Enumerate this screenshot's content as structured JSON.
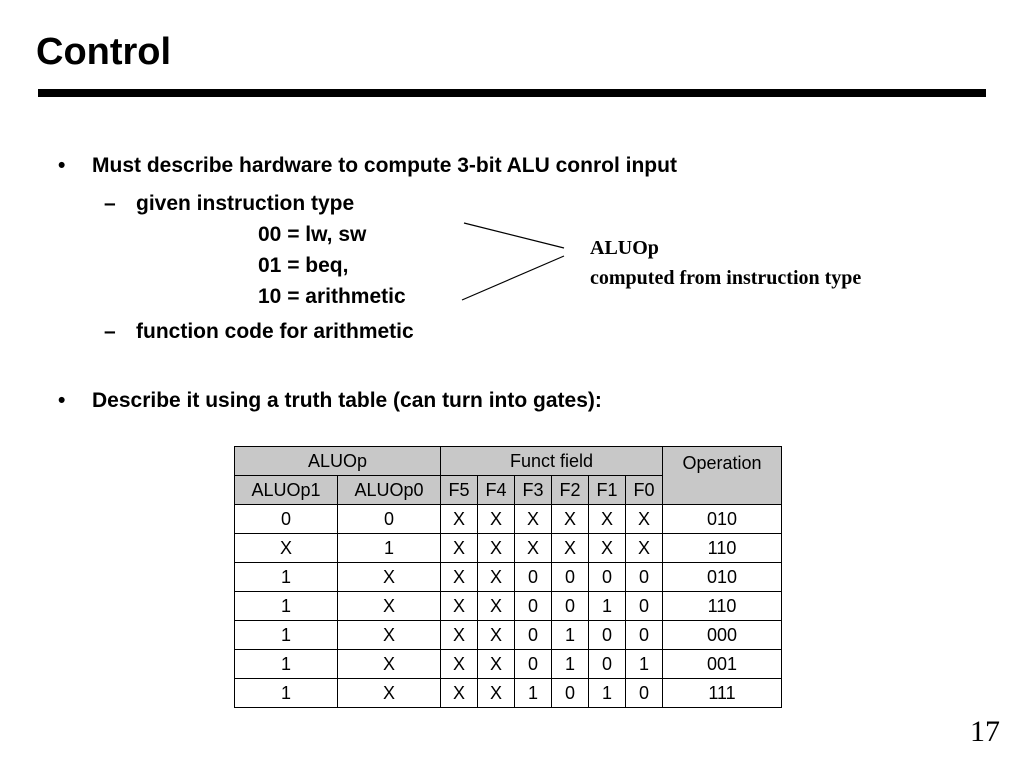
{
  "slide": {
    "title": "Control",
    "page_number": "17"
  },
  "bullets": {
    "b1": {
      "mark": "•",
      "text": "Must describe hardware to compute 3-bit ALU conrol input"
    },
    "b1_sub1": {
      "mark": "–",
      "text": "given instruction type"
    },
    "codes": [
      "00 = lw, sw",
      "01 = beq,",
      "10 = arithmetic"
    ],
    "b1_sub2": {
      "mark": "–",
      "text": "function code for arithmetic"
    },
    "b2": {
      "mark": "•",
      "text": "Describe it using a truth table (can turn into gates):"
    }
  },
  "annotation": {
    "line1": "ALUOp",
    "line2": "computed from instruction type"
  },
  "table": {
    "group_headers": {
      "aluop": "ALUOp",
      "funct": "Funct field",
      "operation": "Operation"
    },
    "sub_headers": [
      "ALUOp1",
      "ALUOp0",
      "F5",
      "F4",
      "F3",
      "F2",
      "F1",
      "F0"
    ],
    "rows": [
      [
        "0",
        "0",
        "X",
        "X",
        "X",
        "X",
        "X",
        "X",
        "010"
      ],
      [
        "X",
        "1",
        "X",
        "X",
        "X",
        "X",
        "X",
        "X",
        "110"
      ],
      [
        "1",
        "X",
        "X",
        "X",
        "0",
        "0",
        "0",
        "0",
        "010"
      ],
      [
        "1",
        "X",
        "X",
        "X",
        "0",
        "0",
        "1",
        "0",
        "110"
      ],
      [
        "1",
        "X",
        "X",
        "X",
        "0",
        "1",
        "0",
        "0",
        "000"
      ],
      [
        "1",
        "X",
        "X",
        "X",
        "0",
        "1",
        "0",
        "1",
        "001"
      ],
      [
        "1",
        "X",
        "X",
        "X",
        "1",
        "0",
        "1",
        "0",
        "111"
      ]
    ]
  }
}
